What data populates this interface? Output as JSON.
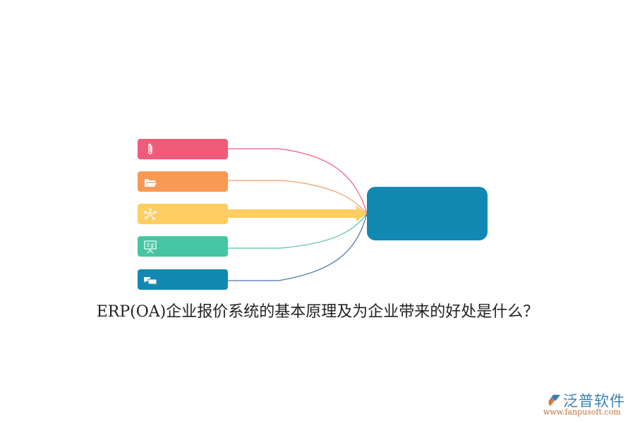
{
  "title": "ERP(OA)企业报价系统的基本原理及为企业带来的好处是什么？",
  "colors": {
    "pink": "#f15b7a",
    "orange": "#f99a54",
    "yellow": "#ffcd62",
    "teal": "#45c5a4",
    "blue": "#1289b3",
    "center": "#1289b3",
    "pink_line": "#ee5f80",
    "orange_line": "#f49d63",
    "teal_line": "#4cc3a2",
    "blue_line": "#4a6fa8"
  },
  "nodes": [
    {
      "icon": "paperclip-icon",
      "label": ""
    },
    {
      "icon": "folder-icon",
      "label": ""
    },
    {
      "icon": "network-icon",
      "label": ""
    },
    {
      "icon": "presentation-board-icon",
      "label": ""
    },
    {
      "icon": "chat-bubbles-icon",
      "label": ""
    }
  ],
  "center_node": {
    "label": ""
  },
  "logo": {
    "name": "泛普软件",
    "url": "www.fanpusoft.com"
  }
}
